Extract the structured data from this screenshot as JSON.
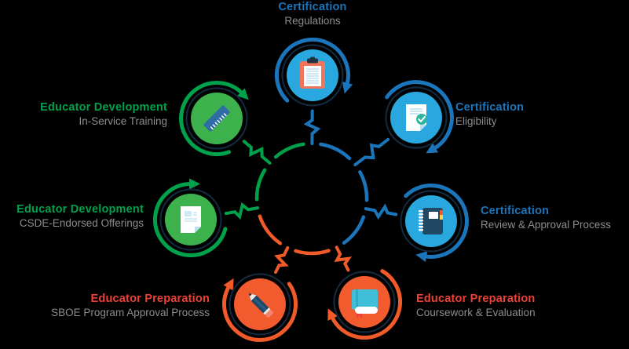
{
  "diagram": {
    "description": "Circular educator certification process diagram with seven nodes around a central segmented ring",
    "background": "#000000"
  },
  "nodes": [
    {
      "id": "certification-regulations",
      "title": "Certification",
      "subtitle": "Regulations",
      "title_color": "#1B75BB",
      "ring_color": "#1B75BB",
      "disc_color": "#29A8DF",
      "icon": "clipboard-icon",
      "position": "top"
    },
    {
      "id": "certification-eligibility",
      "title": "Certification",
      "subtitle": "Eligibility",
      "title_color": "#1B75BB",
      "ring_color": "#1B75BB",
      "disc_color": "#29A8DF",
      "icon": "document-check-icon",
      "position": "top-right"
    },
    {
      "id": "certification-review-approval",
      "title": "Certification",
      "subtitle": "Review & Approval Process",
      "title_color": "#1B75BB",
      "ring_color": "#1B75BB",
      "disc_color": "#29A8DF",
      "icon": "spiral-notebook-icon",
      "position": "right"
    },
    {
      "id": "educator-preparation-coursework",
      "title": "Educator Preparation",
      "subtitle": "Coursework & Evaluation",
      "title_color": "#EE4036",
      "ring_color": "#F15A29",
      "disc_color": "#F15B2E",
      "icon": "book-icon",
      "position": "bottom-right"
    },
    {
      "id": "educator-preparation-sboe",
      "title": "Educator Preparation",
      "subtitle": "SBOE Program Approval Process",
      "title_color": "#EE4036",
      "ring_color": "#F15A29",
      "disc_color": "#F15B2E",
      "icon": "pencil-icon",
      "position": "bottom-left"
    },
    {
      "id": "educator-development-csde",
      "title": "Educator Development",
      "subtitle": "CSDE-Endorsed Offerings",
      "title_color": "#00A14B",
      "ring_color": "#00A14B",
      "disc_color": "#3CB14C",
      "icon": "document-icon",
      "position": "left"
    },
    {
      "id": "educator-development-inservice",
      "title": "Educator Development",
      "subtitle": "In-Service Training",
      "title_color": "#00A14B",
      "ring_color": "#00A14B",
      "disc_color": "#3CB14C",
      "icon": "ruler-icon",
      "position": "top-left"
    }
  ],
  "colors": {
    "certification_blue": "#1B75BB",
    "educator_development_green": "#00A14B",
    "educator_preparation_red": "#EE4036",
    "ring_orange": "#F15A29",
    "subtitle_gray": "#8A8C8F",
    "disc_light_blue": "#29A8DF",
    "disc_green": "#3CB14C",
    "disc_orange": "#F15B2E",
    "node_outline": "#14293C",
    "icon_navy": "#1F4865",
    "icon_teal_book": "#41BFD9",
    "icon_check_teal": "#2FB5A0",
    "icon_clipboard_salmon": "#F2755B",
    "icon_eraser_salmon": "#F4846F",
    "icon_tab_yellow": "#FFD153",
    "icon_line_blue": "#C2E1F2"
  }
}
